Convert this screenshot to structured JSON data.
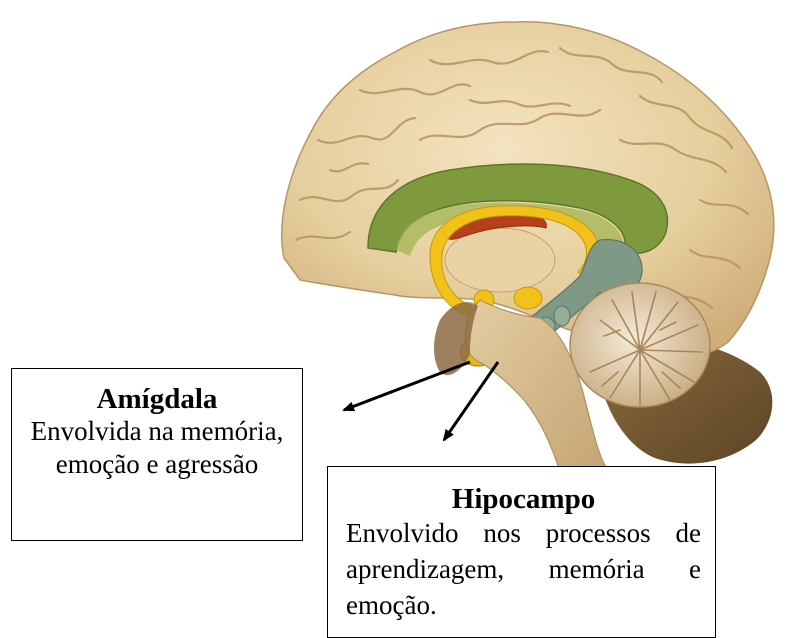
{
  "labels": {
    "amygdala": {
      "title": "Amígdala",
      "description": "Envolvida na memória, emoção e agressão"
    },
    "hippocampus": {
      "title": "Hipocampo",
      "description": "Envolvido nos processos de aprendizagem, memória e emoção."
    }
  },
  "colors": {
    "brain_tissue": "#e8d3a6",
    "brain_shadow": "#c9a978",
    "cingulate_gyrus": "#7f9a3c",
    "fornix": "#f2c21a",
    "amygdala": "#e2b81e",
    "hippocampus": "#7e9a86",
    "corpus_callosum_red": "#b6401c",
    "cerebellum": "#d9c29a",
    "brainstem": "#cdb184",
    "arrow": "#000000",
    "box_border": "#000000"
  }
}
